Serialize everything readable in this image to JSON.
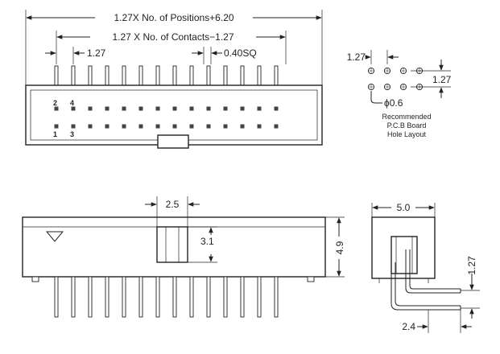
{
  "top_view": {
    "dim_positions": "1.27X No. of Positions+6.20",
    "dim_contacts": "1.27 X No. of Contacts−1.27",
    "dim_pitch": "1.27",
    "dim_pin": "0.40SQ",
    "pin_labels": {
      "top_left": "2",
      "top_second": "4",
      "bottom_left": "1",
      "bottom_second": "3"
    }
  },
  "hole_layout": {
    "pitch_x": "1.27",
    "pitch_y": "1.27",
    "hole_dia": "ϕ0.6",
    "caption_lines": [
      "Recommended",
      "P.C.B Board",
      "Hole Layout"
    ]
  },
  "front_view": {
    "dim_slot_width": "2.5",
    "dim_slot_depth": "3.1",
    "dim_height": "4.9"
  },
  "side_view": {
    "dim_width": "5.0",
    "dim_pin_spacing": "1.27",
    "dim_offset": "2.4"
  }
}
